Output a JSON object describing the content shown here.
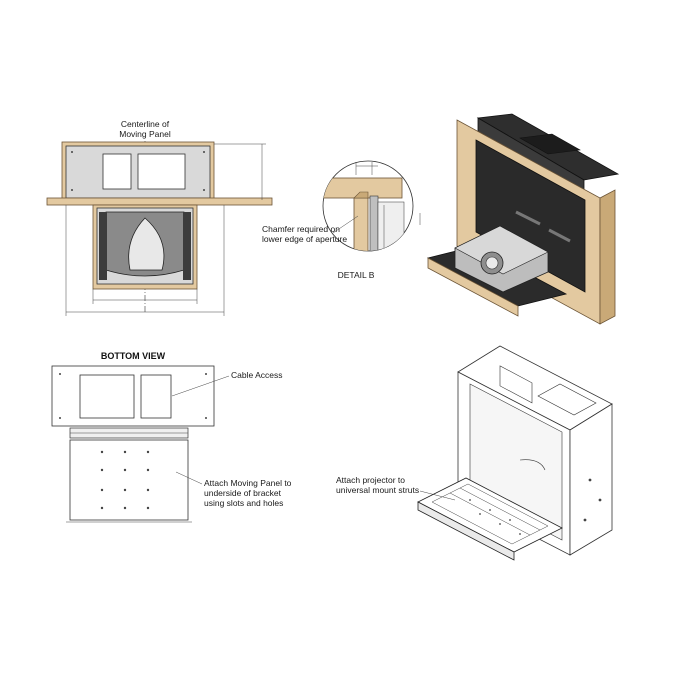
{
  "labels": {
    "centerline": [
      "Centerline of",
      "Moving Panel"
    ],
    "chamfer": [
      "Chamfer required on",
      "lower edge of aperture"
    ],
    "detail": "DETAIL B",
    "bottom_view": "BOTTOM VIEW",
    "cable_access": "Cable Access",
    "attach_panel": [
      "Attach Moving Panel to",
      "underside of bracket",
      "using slots and holes"
    ],
    "attach_projector": [
      "Attach projector to",
      "universal mount struts"
    ]
  },
  "colors": {
    "wood": "#e3c9a0",
    "metal": "#d9d9d9",
    "dark": "#5b5b5b"
  }
}
